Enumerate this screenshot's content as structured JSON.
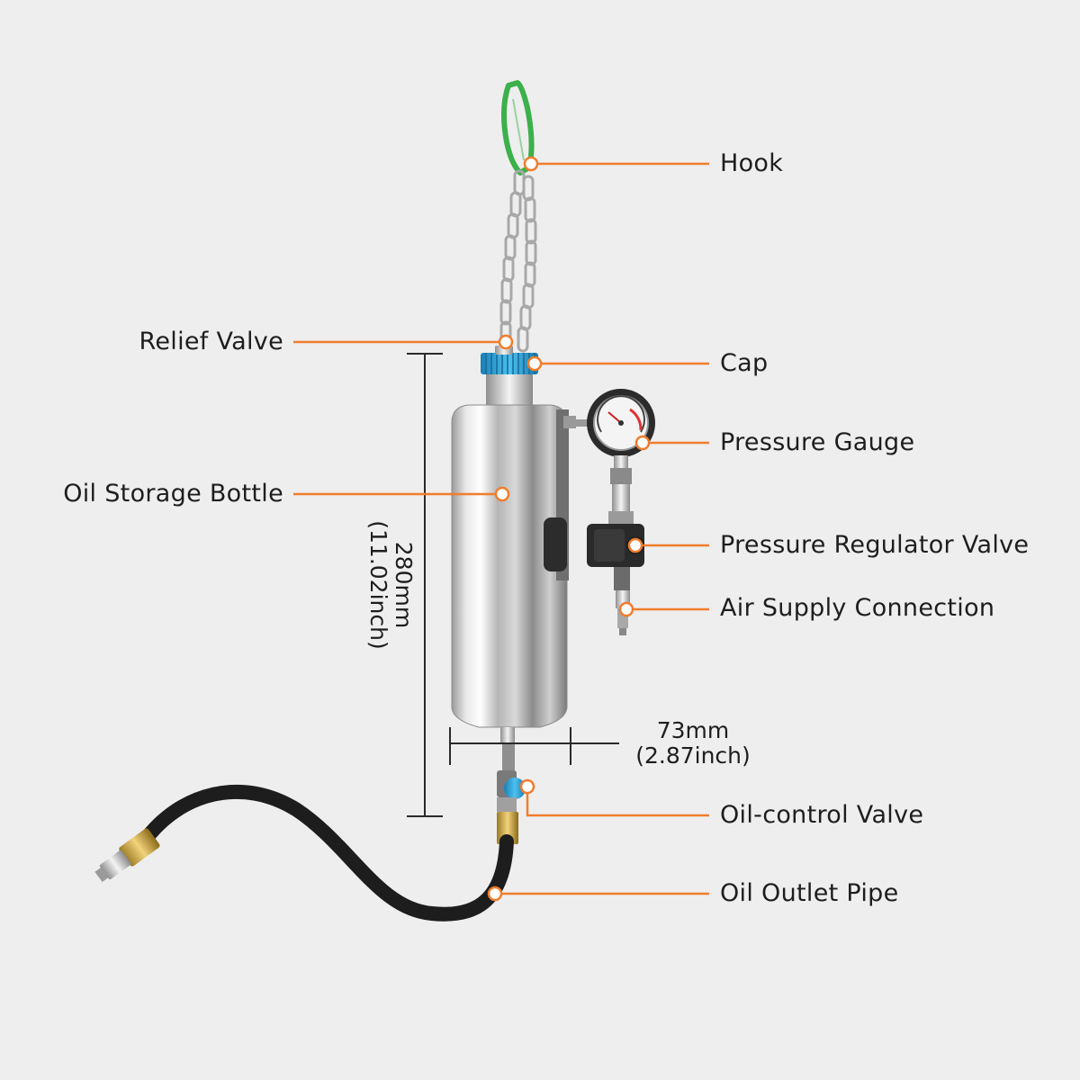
{
  "labels": {
    "hook": "Hook",
    "relief_valve": "Relief Valve",
    "cap": "Cap",
    "pressure_gauge": "Pressure Gauge",
    "oil_storage_bottle": "Oil Storage Bottle",
    "pressure_regulator_valve": "Pressure Regulator Valve",
    "air_supply_connection": "Air Supply Connection",
    "oil_control_valve": "Oil-control Valve",
    "oil_outlet_pipe": "Oil Outlet Pipe"
  },
  "dimensions": {
    "height_mm": "280mm",
    "height_inch": "(11.02inch)",
    "width_mm": "73mm",
    "width_inch": "(2.87inch)"
  },
  "colors": {
    "background": "#eeeeee",
    "leader_line": "#f07d2d",
    "label_text": "#1e1e1e",
    "cap_blue": "#2aa0d8",
    "hook_green": "#3cb04a"
  }
}
